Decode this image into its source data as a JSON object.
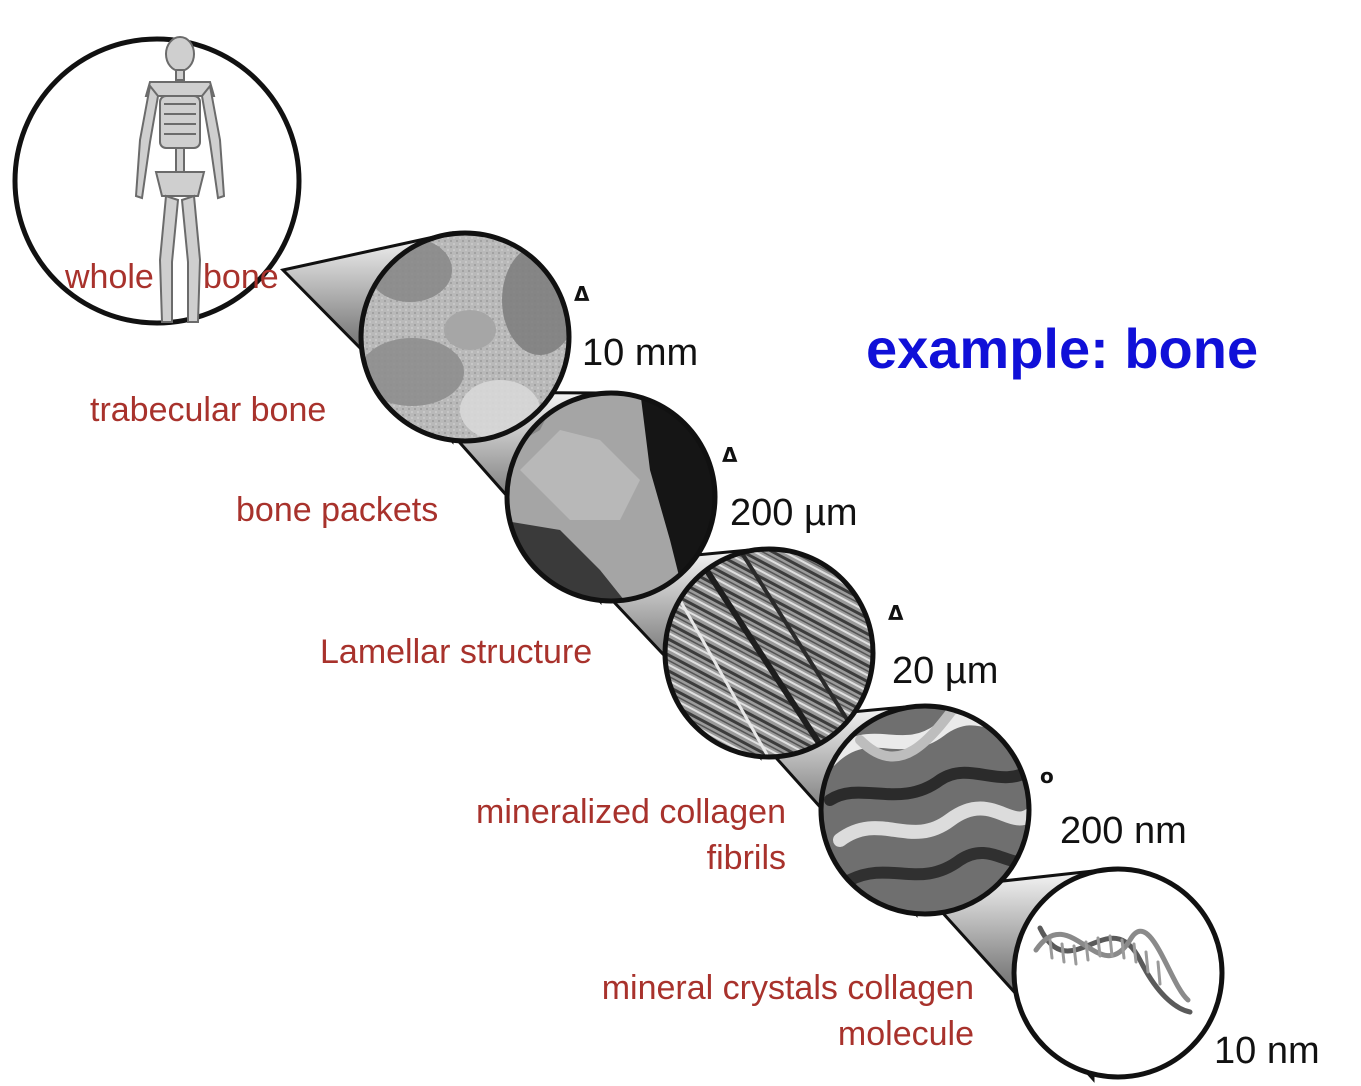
{
  "title": "example: bone",
  "colors": {
    "label": "#a8322c",
    "title": "#1010d8",
    "scale": "#111111"
  },
  "stages": [
    {
      "id": "whole",
      "label_left": "whole",
      "label_right": "bone",
      "icon": "skeleton-icon"
    },
    {
      "id": "trabecular",
      "label": "trabecular bone",
      "scale": "10 mm",
      "marker": "Δ",
      "icon": "trabecular-bone-icon"
    },
    {
      "id": "packets",
      "label": "bone packets",
      "scale": "200 µm",
      "marker": "Δ",
      "icon": "bone-packets-icon"
    },
    {
      "id": "lamellar",
      "label": "Lamellar structure",
      "scale": "20 µm",
      "marker": "Δ",
      "icon": "lamellar-structure-icon"
    },
    {
      "id": "fibrils",
      "label_line1": "mineralized collagen",
      "label_line2": "fibrils",
      "scale": "200 nm",
      "marker": "o",
      "icon": "collagen-fibrils-icon"
    },
    {
      "id": "molecule",
      "label_line1": "mineral crystals collagen",
      "label_line2": "molecule",
      "scale": "10 nm",
      "icon": "dna-helix-icon"
    }
  ]
}
